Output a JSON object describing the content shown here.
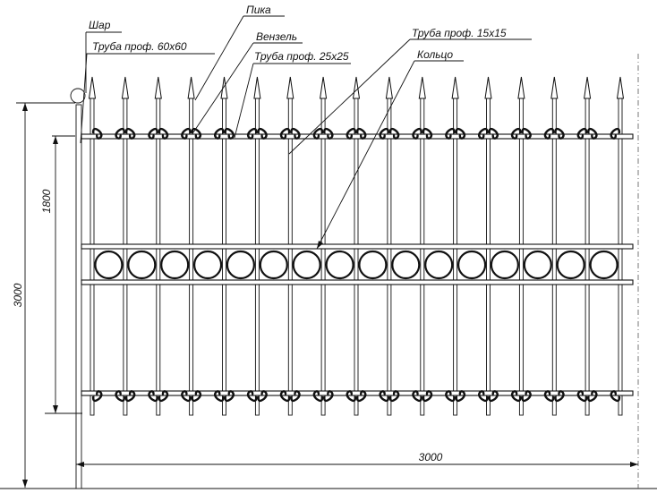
{
  "labels": {
    "ball": "Шар",
    "post": "Труба проф. 60x60",
    "pike": "Пика",
    "monogram": "Вензель",
    "rail": "Труба проф. 25x25",
    "bar": "Труба проф. 15x15",
    "ring": "Кольцо"
  },
  "dimensions": {
    "total_height": "3000",
    "section_height": "1800",
    "width": "3000"
  },
  "fence": {
    "bar_count": 17,
    "ring_count": 16
  }
}
